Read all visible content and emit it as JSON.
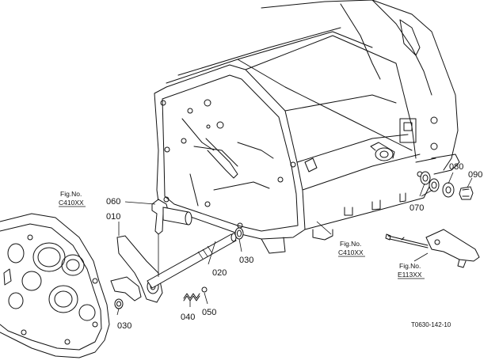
{
  "parts": {
    "p010": "010",
    "p020": "020",
    "p030a": "030",
    "p030b": "030",
    "p040": "040",
    "p050": "050",
    "p060": "060",
    "p070": "070",
    "p080": "080",
    "p090": "090"
  },
  "refs": {
    "ref1": {
      "line1": "Fig.No.",
      "line2": "C410XX"
    },
    "ref2": {
      "line1": "Fig.No.",
      "line2": "C410XX"
    },
    "ref3": {
      "line1": "Fig.No.",
      "line2": "E113XX"
    }
  },
  "drawing_code": "T0630-142-10"
}
